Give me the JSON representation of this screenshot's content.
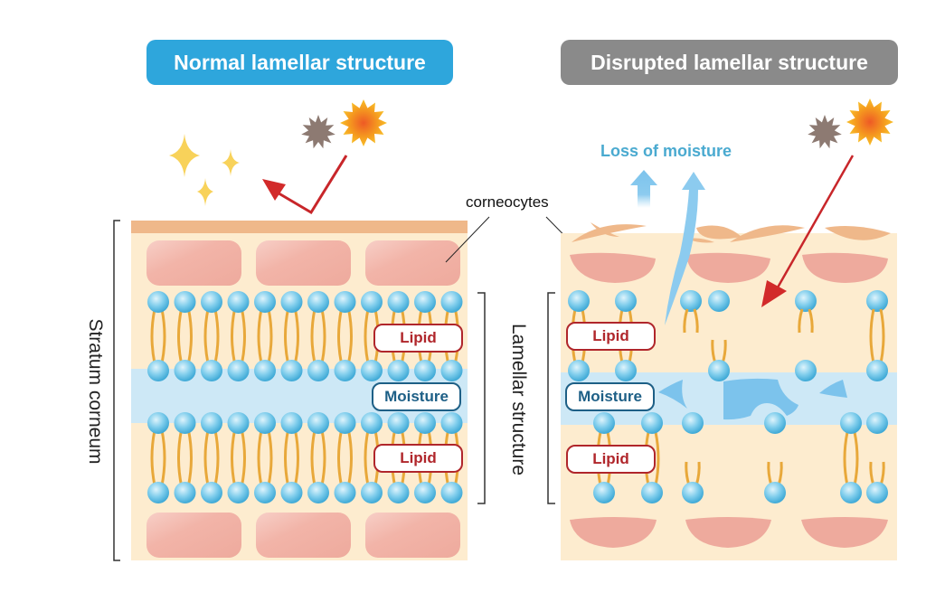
{
  "panels": {
    "left": {
      "title": "Normal lamellar structure",
      "title_color": "#2ea6dc"
    },
    "right": {
      "title": "Disrupted lamellar structure",
      "title_color": "#8a8a8a"
    }
  },
  "labels": {
    "stratum_corneum": "Stratum corneum",
    "lamellar_structure": "Lamellar structure",
    "corneocytes": "corneocytes",
    "loss_of_moisture": "Loss of moisture",
    "lipid": "Lipid",
    "moisture": "Moisture"
  },
  "icons": [
    "sparkle-icon",
    "sun-icon",
    "dark-particle-icon",
    "reflect-arrow-icon",
    "penetrate-arrow-icon",
    "moisture-up-arrow-icon"
  ],
  "colors": {
    "skin_base": "#fdeccf",
    "surface_layer": "#efb88a",
    "corneocyte": "#f2b4a8",
    "lipid_head": "#6ec6e8",
    "lipid_tail": "#e8a83a",
    "moisture_band": "#cde8f6",
    "arrow_red": "#d22a2a",
    "lipid_text": "#b0262b",
    "moisture_text": "#1d5f86"
  },
  "diagram": {
    "left_head_count_per_row": 12,
    "left_bilayer_count": 2
  }
}
